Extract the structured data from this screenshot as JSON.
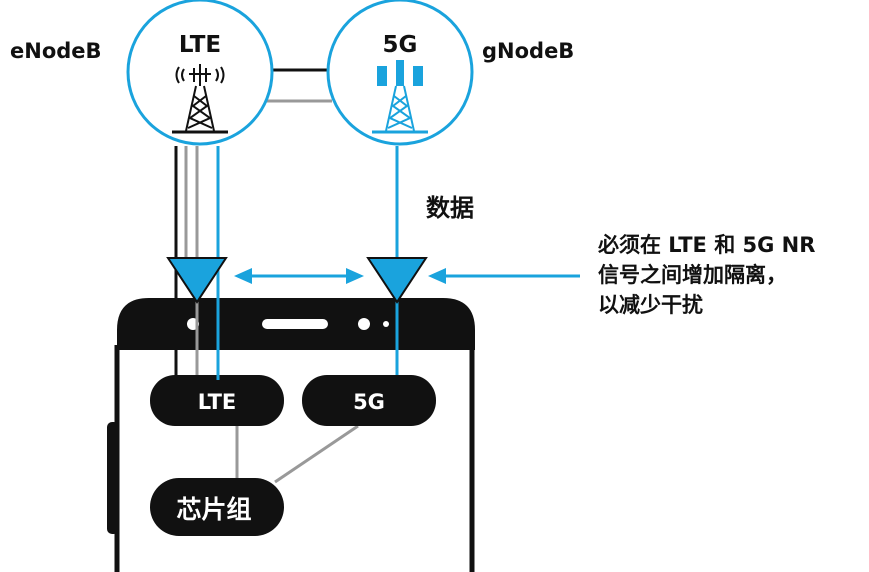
{
  "nodes": {
    "enodeb_label": "eNodeB",
    "gnodeb_label": "gNodeB",
    "lte_tower_label": "LTE",
    "g5_tower_label": "5G"
  },
  "annotations": {
    "data_label": "数据",
    "note_line1": "必须在 LTE 和 5G NR",
    "note_line2": "信号之间增加隔离，",
    "note_line3": "以减少干扰"
  },
  "device": {
    "lte_module_label": "LTE",
    "g5_module_label": "5G",
    "chipset_label": "芯片组"
  },
  "colors": {
    "accent_blue": "#1aa3dd",
    "line_gray": "#999999",
    "line_black": "#111111",
    "text_white": "#ffffff"
  }
}
